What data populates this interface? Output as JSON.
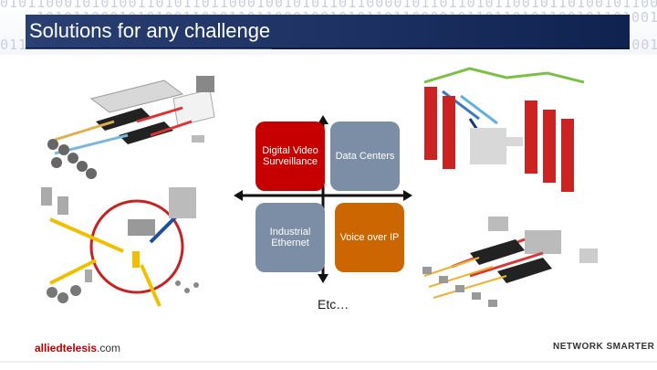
{
  "slide": {
    "title": "Solutions for any challenge",
    "background_binary": "10101100010101001101011011000100101011011000010110110101100101101001011000101101010011011",
    "quadrants": {
      "top_left": "Digital Video Surveillance",
      "top_right": "Data Centers",
      "bottom_left": "Industrial Ethernet",
      "bottom_right": "Voice over IP"
    },
    "etc": "Etc…",
    "footer": {
      "logo": "alliedtelesis",
      "logo_suffix": ".com",
      "tagline": "NETWORK SMARTER"
    }
  },
  "colors": {
    "title_bar": "#1e3264",
    "video_surveillance": "#c60000",
    "data_centers": "#7c8da6",
    "industrial_ethernet": "#7c8da6",
    "voice_over_ip": "#cc6600"
  },
  "icons": {
    "center_cross": "four-way-arrow-icon",
    "top_left_illustration": "surveillance-network-icon",
    "bottom_left_illustration": "industrial-ring-network-icon",
    "top_right_illustration": "datacenter-racks-icon",
    "bottom_right_illustration": "voip-network-icon"
  }
}
